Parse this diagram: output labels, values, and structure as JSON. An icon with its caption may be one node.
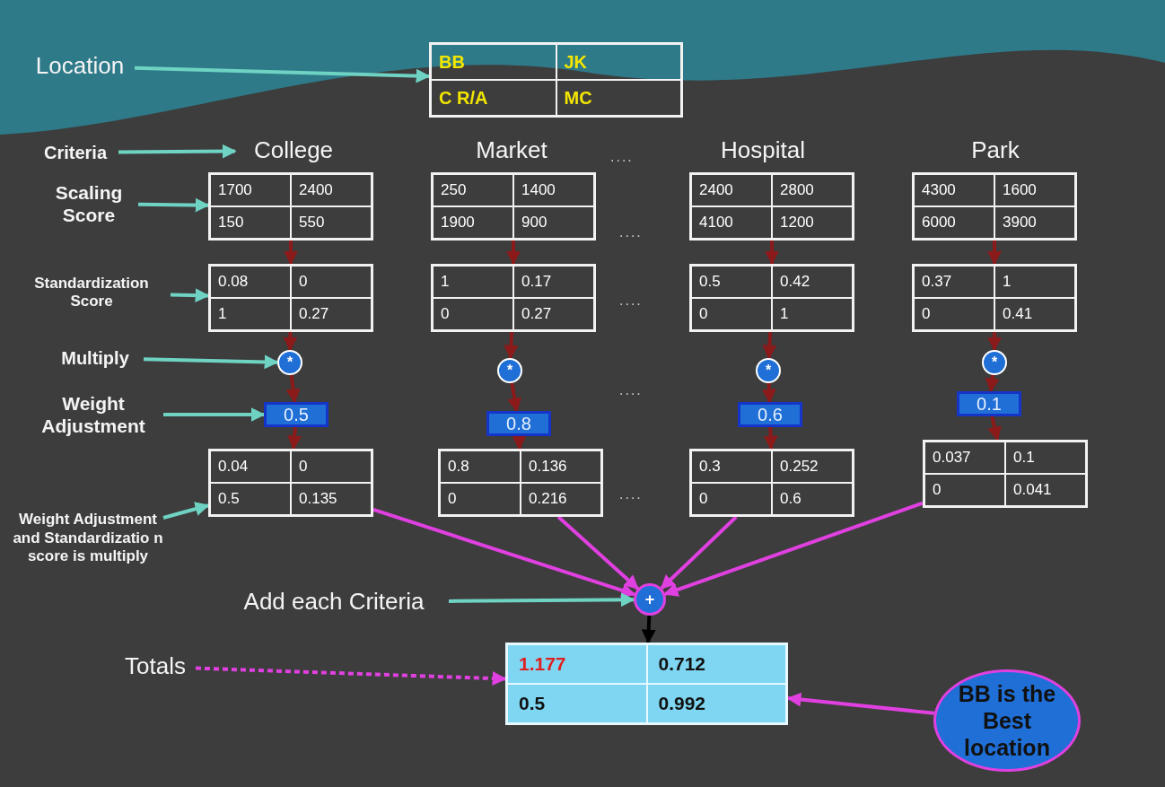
{
  "diagram": {
    "nodes": [
      {
        "text": [
          "Location"
        ]
      },
      {
        "text": [
          "BB",
          "JK",
          "C R/A",
          "MC"
        ]
      },
      {
        "text": [
          "Criteria"
        ]
      },
      {
        "text": [
          "College"
        ]
      },
      {
        "text": [
          "Market"
        ]
      },
      {
        "text": [
          "Hospital"
        ]
      },
      {
        "text": [
          "Park"
        ]
      },
      {
        "text": [
          "Scaling Score"
        ]
      },
      {
        "text": [
          "1700",
          "2400",
          "150",
          "550"
        ]
      },
      {
        "text": [
          "250",
          "1400",
          "1900",
          "900"
        ]
      },
      {
        "text": [
          "2400",
          "2800",
          "4100",
          "1200"
        ]
      },
      {
        "text": [
          "4300",
          "1600",
          "6000",
          "3900"
        ]
      },
      {
        "text": [
          "Standardization Score"
        ]
      },
      {
        "text": [
          "0.08",
          "0",
          "1",
          "0.27"
        ]
      },
      {
        "text": [
          "1",
          "0.17",
          "0",
          "0.27"
        ]
      },
      {
        "text": [
          "0.5",
          "0.42",
          "0",
          "1"
        ]
      },
      {
        "text": [
          "0.37",
          "1",
          "0",
          "0.41"
        ]
      },
      {
        "text": [
          "Multiply"
        ]
      },
      {
        "text": [
          "*"
        ]
      },
      {
        "text": [
          "*"
        ]
      },
      {
        "text": [
          "*"
        ]
      },
      {
        "text": [
          "*"
        ]
      },
      {
        "text": [
          "Weight Adjustment"
        ]
      },
      {
        "text": [
          "0.5"
        ]
      },
      {
        "text": [
          "0.8"
        ]
      },
      {
        "text": [
          "0.6"
        ]
      },
      {
        "text": [
          "0.1"
        ]
      },
      {
        "text": [
          "Weight Adjustment and Standardizatio n score is multiply"
        ]
      },
      {
        "text": [
          "0.04",
          "0",
          "0.5",
          "0.135"
        ]
      },
      {
        "text": [
          "0.8",
          "0.136",
          "0",
          "0.216"
        ]
      },
      {
        "text": [
          "0.3",
          "0.252",
          "0",
          "0.6"
        ]
      },
      {
        "text": [
          "0.037",
          "0.1",
          "0",
          "0.041"
        ]
      },
      {
        "text": [
          "Add each Criteria"
        ]
      },
      {
        "text": [
          "+"
        ]
      },
      {
        "text": [
          "Totals"
        ]
      },
      {
        "text": [
          "1.177",
          "0.712",
          "0.5",
          "0.992"
        ]
      },
      {
        "text": [
          "BB is the Best location"
        ]
      }
    ],
    "edges": [
      {
        "from": 0,
        "to": 1,
        "arrow": "to",
        "color": "#6fd3c3"
      },
      {
        "from": 2,
        "to": 3,
        "arrow": "to",
        "color": "#6fd3c3"
      },
      {
        "from": 7,
        "to": 8,
        "arrow": "to",
        "color": "#6fd3c3"
      },
      {
        "from": 8,
        "to": 13,
        "arrow": "to"
      },
      {
        "from": 9,
        "to": 14,
        "arrow": "to"
      },
      {
        "from": 10,
        "to": 15,
        "arrow": "to"
      },
      {
        "from": 11,
        "to": 16,
        "arrow": "to"
      },
      {
        "from": 12,
        "to": 13,
        "arrow": "to",
        "color": "#6fd3c3"
      },
      {
        "from": 13,
        "to": 18,
        "arrow": "to"
      },
      {
        "from": 14,
        "to": 19,
        "arrow": "to"
      },
      {
        "from": 15,
        "to": 20,
        "arrow": "to"
      },
      {
        "from": 16,
        "to": 21,
        "arrow": "to"
      },
      {
        "from": 17,
        "to": 18,
        "arrow": "to",
        "color": "#6fd3c3"
      },
      {
        "from": 18,
        "to": 23,
        "arrow": "to"
      },
      {
        "from": 19,
        "to": 24,
        "arrow": "to"
      },
      {
        "from": 20,
        "to": 25,
        "arrow": "to"
      },
      {
        "from": 21,
        "to": 26,
        "arrow": "to"
      },
      {
        "from": 22,
        "to": 23,
        "arrow": "to",
        "color": "#6fd3c3"
      },
      {
        "from": 23,
        "to": 28,
        "arrow": "to"
      },
      {
        "from": 24,
        "to": 29,
        "arrow": "to"
      },
      {
        "from": 25,
        "to": 30,
        "arrow": "to"
      },
      {
        "from": 26,
        "to": 31,
        "arrow": "to"
      },
      {
        "from": 27,
        "to": 28,
        "arrow": "to",
        "color": "#6fd3c3"
      },
      {
        "from": 28,
        "to": 33,
        "arrow": "to",
        "color": "#e040e0"
      },
      {
        "from": 29,
        "to": 33,
        "arrow": "to",
        "color": "#e040e0"
      },
      {
        "from": 30,
        "to": 33,
        "arrow": "to",
        "color": "#e040e0"
      },
      {
        "from": 31,
        "to": 33,
        "arrow": "to",
        "color": "#e040e0"
      },
      {
        "from": 32,
        "to": 33,
        "arrow": "to",
        "color": "#6fd3c3"
      },
      {
        "from": 33,
        "to": 35,
        "arrow": "to",
        "color": "#000000"
      },
      {
        "from": 34,
        "to": 35,
        "arrow": "to",
        "style": "dashed",
        "color": "#e040e0"
      },
      {
        "from": 36,
        "to": 35,
        "arrow": "to",
        "color": "#e040e0"
      }
    ],
    "labels": [
      "....",
      "....",
      "....",
      "....",
      "...."
    ]
  }
}
